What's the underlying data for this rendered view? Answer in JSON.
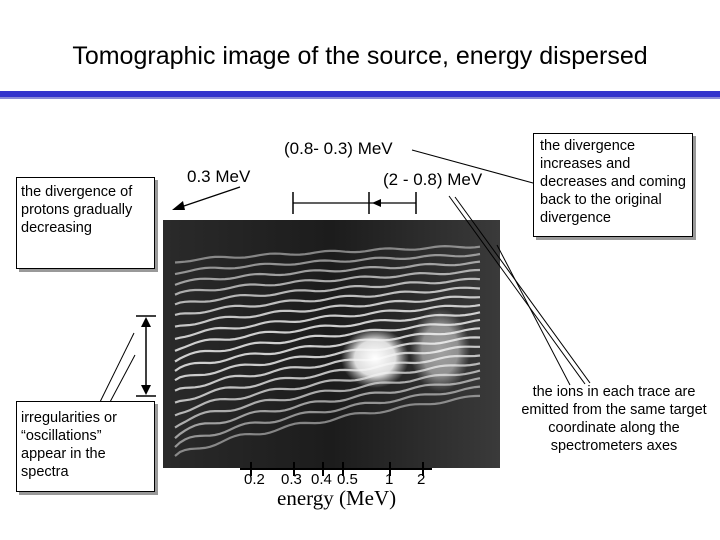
{
  "slide": {
    "title": "Tomographic image of the source, energy dispersed"
  },
  "callouts": {
    "divergence_decreasing": "the divergence of protons gradually decreasing",
    "irregularities": "irregularities or “oscillations” appear in the spectra",
    "divergence_returning": "the divergence increases and decreases  and coming back to the original divergence",
    "ions_emitted": "the ions in each trace are emitted from the same target coordinate along the spectrometers axes"
  },
  "energy_labels": {
    "range_08_03": "(0.8- 0.3) MeV",
    "range_2_08": "(2 - 0.8) MeV",
    "single_03": "0.3 MeV"
  },
  "axis": {
    "title": "energy (MeV)",
    "ticks": [
      "0.2",
      "0.3",
      "0.4",
      "0.5",
      "1",
      "2"
    ]
  },
  "colors": {
    "title_rule": "#3333cc",
    "image_background": "#141414",
    "trace": "#d9d9d9"
  }
}
